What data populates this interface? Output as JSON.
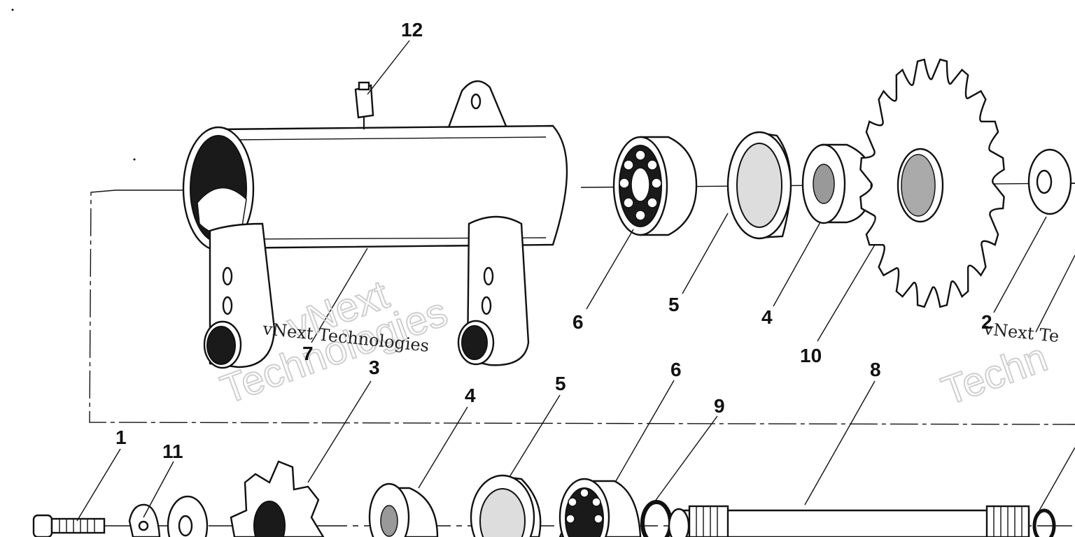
{
  "callouts": [
    {
      "id": "c12",
      "label": "12"
    },
    {
      "id": "c6a",
      "label": "6"
    },
    {
      "id": "c5a",
      "label": "5"
    },
    {
      "id": "c4a",
      "label": "4"
    },
    {
      "id": "c10",
      "label": "10"
    },
    {
      "id": "c2",
      "label": "2"
    },
    {
      "id": "c7",
      "label": "7"
    },
    {
      "id": "c3",
      "label": "3"
    },
    {
      "id": "c1",
      "label": "1"
    },
    {
      "id": "c11",
      "label": "11"
    },
    {
      "id": "c4b",
      "label": "4"
    },
    {
      "id": "c5b",
      "label": "5"
    },
    {
      "id": "c6b",
      "label": "6"
    },
    {
      "id": "c9",
      "label": "9"
    },
    {
      "id": "c8",
      "label": "8"
    }
  ],
  "watermark": {
    "brand_large_1": "vNext",
    "brand_large_2": "Technologies",
    "brand_small": "vNext Technologies",
    "brand_right_small": "vNext Te",
    "brand_right_large": "Techn"
  }
}
